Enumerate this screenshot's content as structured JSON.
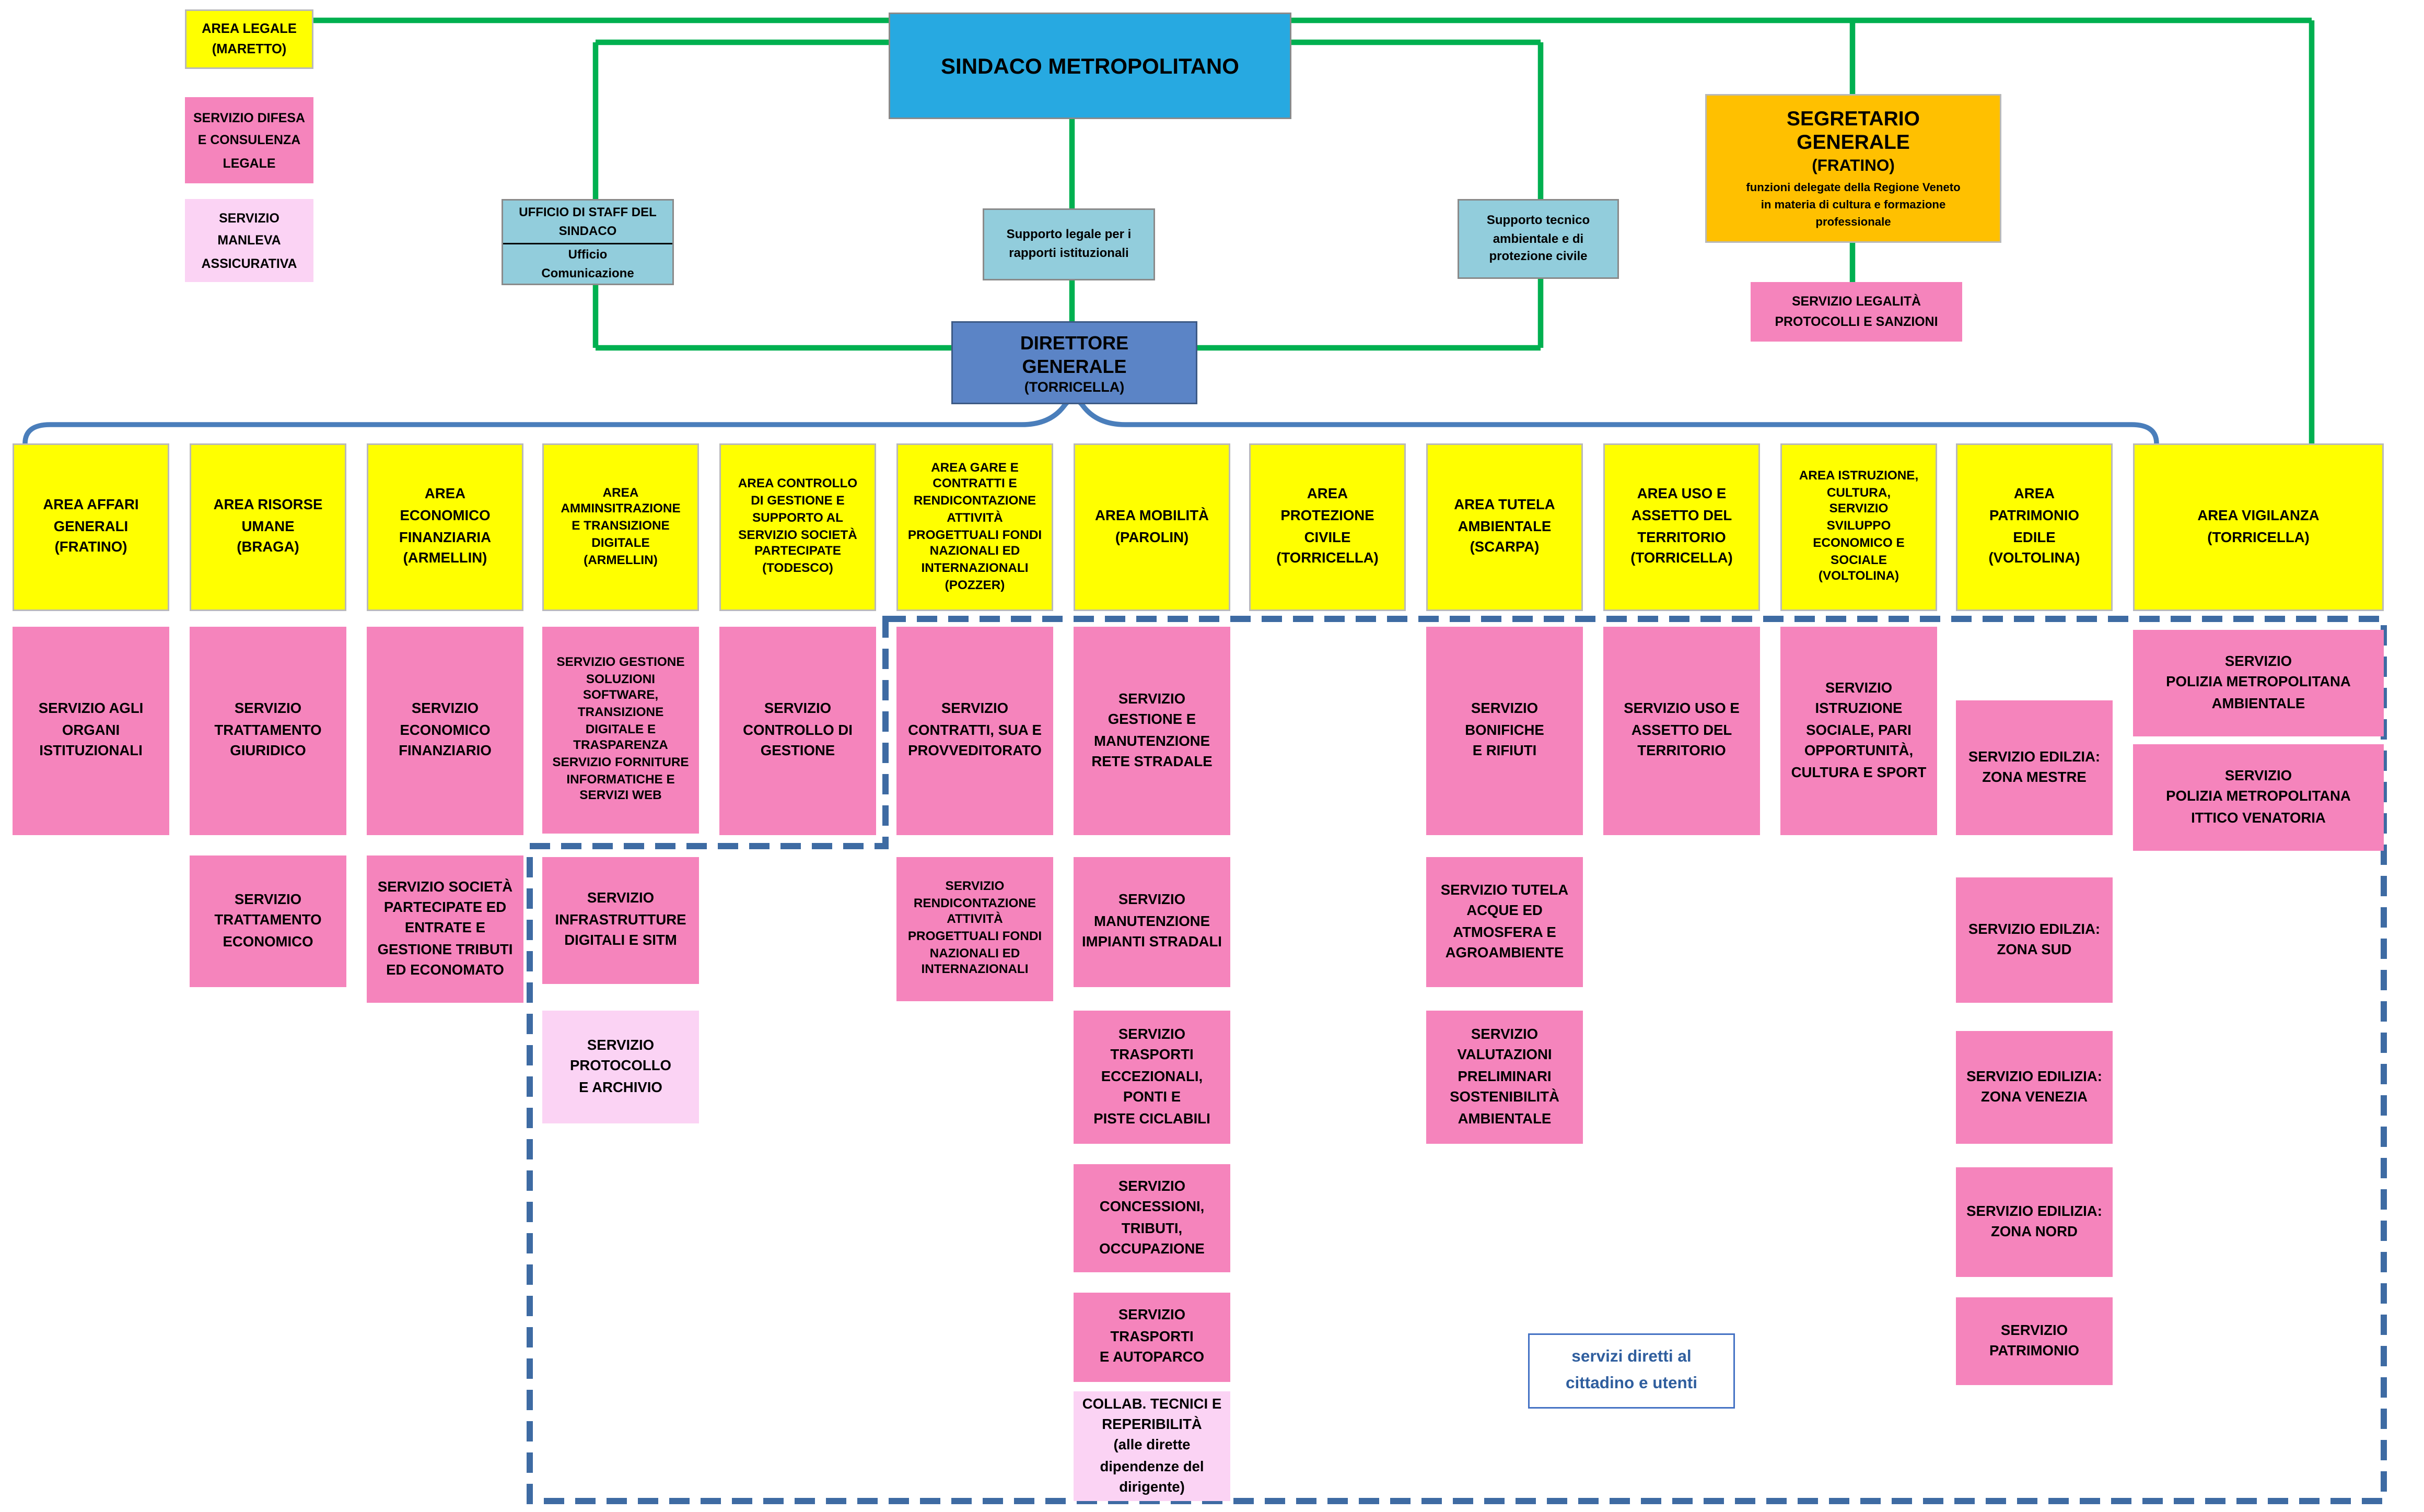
{
  "title": "Organigramma - Città Metropolitana",
  "colors": {
    "area_yellow": "#FFFF00",
    "service_pink": "#F584BC",
    "service_light_pink": "#FBD3F4",
    "sindaco_cyan": "#27A9E1",
    "direttore_blue": "#5B84C6",
    "staff_light_blue": "#92CDDC",
    "segretario_orange": "#FFC000",
    "connector_green": "#00B050",
    "bracket_blue": "#4A7EBB",
    "dashed_blue": "#3E6BA3",
    "label_blue": "#2F5E9E"
  },
  "top": {
    "area_legale": "AREA LEGALE\n(MARETTO)",
    "servizio_difesa": "SERVIZIO DIFESA\nE CONSULENZA\nLEGALE",
    "servizio_manleva": "SERVIZIO\nMANLEVA\nASSICURATIVA",
    "sindaco": "SINDACO METROPOLITANO",
    "ufficio_staff_title": "UFFICIO DI STAFF DEL\nSINDACO",
    "ufficio_staff_sub": "Ufficio\nComunicazione",
    "supporto_legale": "Supporto legale per i\nrapporti istituzionali",
    "supporto_tecnico": "Supporto tecnico\nambientale e di\nprotezione civile",
    "segretario_title": "SEGRETARIO\nGENERALE",
    "segretario_name": "(FRATINO)",
    "segretario_note": "funzioni delegate della Regione Veneto\nin materia di cultura e formazione\nprofessionale",
    "servizio_legalita": "SERVIZIO LEGALITÀ\nPROTOCOLLI E SANZIONI",
    "direttore_title": "DIRETTORE\nGENERALE",
    "direttore_name": "(TORRICELLA)"
  },
  "legend": {
    "servizi_diretti": "servizi diretti al\ncittadino e utenti"
  },
  "columns": [
    {
      "id": "affari-generali",
      "area": "AREA AFFARI\nGENERALI\n(FRATINO)",
      "services": [
        {
          "id": "organi-istituzionali",
          "label": "SERVIZIO AGLI\nORGANI\nISTITUZIONALI",
          "variant": "pink"
        }
      ]
    },
    {
      "id": "risorse-umane",
      "area": "AREA RISORSE\nUMANE\n(BRAGA)",
      "services": [
        {
          "id": "trattamento-giuridico",
          "label": "SERVIZIO\nTRATTAMENTO\nGIURIDICO",
          "variant": "pink"
        },
        {
          "id": "trattamento-economico",
          "label": "SERVIZIO\nTRATTAMENTO\nECONOMICO",
          "variant": "pink"
        }
      ]
    },
    {
      "id": "economico-finanziaria",
      "area": "AREA\nECONOMICO\nFINANZIARIA\n(ARMELLIN)",
      "services": [
        {
          "id": "economico-finanziario",
          "label": "SERVIZIO\nECONOMICO\nFINANZIARIO",
          "variant": "pink"
        },
        {
          "id": "societa-partecipate",
          "label": "SERVIZIO SOCIETÀ\nPARTECIPATE ED\nENTRATE E\nGESTIONE TRIBUTI\nED ECONOMATO",
          "variant": "pink"
        }
      ]
    },
    {
      "id": "amministrazione-digitale",
      "area": "AREA\nAMMINSITRAZIONE\nE TRANSIZIONE\nDIGITALE\n(ARMELLIN)",
      "services": [
        {
          "id": "gestione-soluzioni-software",
          "label": "SERVIZIO GESTIONE\nSOLUZIONI\nSOFTWARE,\nTRANSIZIONE\nDIGITALE E\nTRASPARENZA\nSERVIZIO FORNITURE\nINFORMATICHE E\nSERVIZI WEB",
          "variant": "pink"
        },
        {
          "id": "infrastrutture-digitali",
          "label": "SERVIZIO\nINFRASTRUTTURE\nDIGITALI E SITM",
          "variant": "pink"
        },
        {
          "id": "protocollo-archivio",
          "label": "SERVIZIO\nPROTOCOLLO\nE ARCHIVIO",
          "variant": "light"
        }
      ]
    },
    {
      "id": "controllo-gestione",
      "area": "AREA CONTROLLO\nDI GESTIONE E\nSUPPORTO AL\nSERVIZIO SOCIETÀ\nPARTECIPATE\n(TODESCO)",
      "services": [
        {
          "id": "controllo-di-gestione",
          "label": "SERVIZIO\nCONTROLLO DI\nGESTIONE",
          "variant": "pink"
        }
      ]
    },
    {
      "id": "gare-contratti",
      "area": "AREA GARE E\nCONTRATTI  E\nRENDICONTAZIONE\nATTIVITÀ\nPROGETTUALI FONDI\nNAZIONALI ED\nINTERNAZIONALI\n(POZZER)",
      "services": [
        {
          "id": "contratti-sua",
          "label": "SERVIZIO\nCONTRATTI, SUA E\nPROVVEDITORATO",
          "variant": "pink"
        },
        {
          "id": "rendicontazione-fondi",
          "label": "SERVIZIO\nRENDICONTAZIONE\nATTIVITÀ\nPROGETTUALI FONDI\nNAZIONALI ED\nINTERNAZIONALI",
          "variant": "pink"
        }
      ]
    },
    {
      "id": "mobilita",
      "area": "AREA MOBILITÀ\n(PAROLIN)",
      "services": [
        {
          "id": "gestione-rete-stradale",
          "label": "SERVIZIO\nGESTIONE E\nMANUTENZIONE\nRETE STRADALE",
          "variant": "pink"
        },
        {
          "id": "manutenzione-impianti",
          "label": "SERVIZIO\nMANUTENZIONE\nIMPIANTI STRADALI",
          "variant": "pink"
        },
        {
          "id": "trasporti-eccezionali",
          "label": "SERVIZIO\nTRASPORTI\nECCEZIONALI,\nPONTI E\nPISTE CICLABILI",
          "variant": "pink"
        },
        {
          "id": "concessioni-tributi",
          "label": "SERVIZIO\nCONCESSIONI,\nTRIBUTI,\nOCCUPAZIONE",
          "variant": "pink"
        },
        {
          "id": "trasporti-autoparco",
          "label": "SERVIZIO\nTRASPORTI\nE AUTOPARCO",
          "variant": "pink"
        },
        {
          "id": "collab-tecnici",
          "label": "COLLAB. TECNICI E\nREPERIBILITÀ\n(alle dirette\ndipendenze del\ndirigente)",
          "variant": "light"
        }
      ]
    },
    {
      "id": "protezione-civile",
      "area": "AREA\nPROTEZIONE\nCIVILE\n(TORRICELLA)",
      "services": []
    },
    {
      "id": "tutela-ambientale",
      "area": "AREA TUTELA\nAMBIENTALE\n(SCARPA)",
      "services": [
        {
          "id": "bonifiche-rifiuti",
          "label": "SERVIZIO\nBONIFICHE\nE RIFIUTI",
          "variant": "pink"
        },
        {
          "id": "tutela-acque",
          "label": "SERVIZIO TUTELA\nACQUE ED\nATMOSFERA E\nAGROAMBIENTE",
          "variant": "pink"
        },
        {
          "id": "valutazioni-preliminari",
          "label": "SERVIZIO\nVALUTAZIONI\nPRELIMINARI\nSOSTENIBILITÀ\nAMBIENTALE",
          "variant": "pink"
        }
      ]
    },
    {
      "id": "uso-assetto-territorio",
      "area": "AREA USO E\nASSETTO DEL\nTERRITORIO\n(TORRICELLA)",
      "services": [
        {
          "id": "uso-assetto",
          "label": "SERVIZIO USO E\nASSETTO DEL\nTERRITORIO",
          "variant": "pink"
        }
      ]
    },
    {
      "id": "istruzione-cultura",
      "area": "AREA ISTRUZIONE,\nCULTURA,\nSERVIZIO\nSVILUPPO\nECONOMICO E\nSOCIALE\n(VOLTOLINA)",
      "services": [
        {
          "id": "istruzione-sociale",
          "label": "SERVIZIO\nISTRUZIONE\nSOCIALE, PARI\nOPPORTUNITÀ,\nCULTURA E SPORT",
          "variant": "pink"
        }
      ]
    },
    {
      "id": "patrimonio-edile",
      "area": "AREA\nPATRIMONIO\nEDILE\n(VOLTOLINA)",
      "services": [
        {
          "id": "edilizia-mestre",
          "label": "SERVIZIO EDILZIA:\nZONA MESTRE",
          "variant": "pink"
        },
        {
          "id": "edilizia-sud",
          "label": "SERVIZIO EDILZIA:\nZONA SUD",
          "variant": "pink"
        },
        {
          "id": "edilizia-venezia",
          "label": "SERVIZIO EDILIZIA:\nZONA  VENEZIA",
          "variant": "pink"
        },
        {
          "id": "edilizia-nord",
          "label": "SERVIZIO EDILIZIA:\nZONA NORD",
          "variant": "pink"
        },
        {
          "id": "patrimonio",
          "label": "SERVIZIO\nPATRIMONIO",
          "variant": "pink"
        }
      ]
    },
    {
      "id": "vigilanza",
      "area": "AREA VIGILANZA\n(TORRICELLA)",
      "services": [
        {
          "id": "polizia-ambientale",
          "label": "SERVIZIO\nPOLIZIA  METROPOLITANA\nAMBIENTALE",
          "variant": "pink"
        },
        {
          "id": "polizia-ittico-venatoria",
          "label": "SERVIZIO\nPOLIZIA  METROPOLITANA\nITTICO  VENATORIA",
          "variant": "pink"
        }
      ]
    }
  ]
}
